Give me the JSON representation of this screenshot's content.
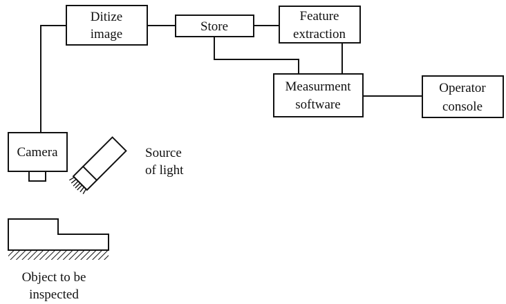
{
  "diagram": {
    "blocks": {
      "digitize": [
        "Ditize",
        "image"
      ],
      "store": [
        "Store"
      ],
      "feature": [
        "Feature",
        "extraction"
      ],
      "measurement": [
        "Measurment",
        "software"
      ],
      "operator": [
        "Operator",
        "console"
      ],
      "camera": [
        "Camera"
      ]
    },
    "light_label": [
      "Source",
      "of light"
    ],
    "object_label": [
      "Object to be",
      "inspected"
    ]
  }
}
